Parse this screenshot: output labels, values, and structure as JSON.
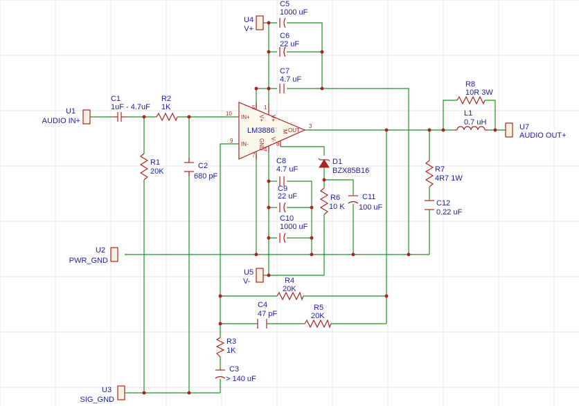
{
  "connectors": {
    "u1": {
      "ref": "U1",
      "name": "AUDIO IN+"
    },
    "u2": {
      "ref": "U2",
      "name": "PWR_GND"
    },
    "u3": {
      "ref": "U3",
      "name": "SIG_GND"
    },
    "u4": {
      "ref": "U4",
      "name": "V+"
    },
    "u5": {
      "ref": "U5",
      "name": "V-"
    },
    "u7": {
      "ref": "U7",
      "name": "AUDIO OUT+"
    }
  },
  "opamp": {
    "name": "LM3886",
    "pin_in_plus": "IN+",
    "pin_in_minus": "IN-",
    "pin_vplus": "V+",
    "pin_vminus": "V-",
    "pin_gnd": "GND",
    "pin_out": "OUT",
    "pin_m": "M",
    "pin_numbers": {
      "p10": "10",
      "p9": "9",
      "p5": "5",
      "p1": "1",
      "p4": "4",
      "p7": "7",
      "p8": "8",
      "p3": "3"
    }
  },
  "components": {
    "c1": {
      "ref": "C1",
      "value": "1uF - 4.7uF"
    },
    "r2": {
      "ref": "R2",
      "value": "1K"
    },
    "r1": {
      "ref": "R1",
      "value": "20K"
    },
    "c2": {
      "ref": "C2",
      "value": "680 pF"
    },
    "c5": {
      "ref": "C5",
      "value": "1000 uF"
    },
    "c6": {
      "ref": "C6",
      "value": "22 uF"
    },
    "c7": {
      "ref": "C7",
      "value": "4.7 uF"
    },
    "c8": {
      "ref": "C8",
      "value": "4.7 uF"
    },
    "c9": {
      "ref": "C9",
      "value": "22 uF"
    },
    "c10": {
      "ref": "C10",
      "value": "1000 uF"
    },
    "d1": {
      "ref": "D1",
      "value": "BZX85B16"
    },
    "r6": {
      "ref": "R6",
      "value": "10 K"
    },
    "c11": {
      "ref": "C11",
      "value": "100 uF"
    },
    "r8": {
      "ref": "R8",
      "value": "10R 3W"
    },
    "l1": {
      "ref": "L1",
      "value": "0.7 uH"
    },
    "r7": {
      "ref": "R7",
      "value": "4R7 1W"
    },
    "c12": {
      "ref": "C12",
      "value": "0.22 uF"
    },
    "r4": {
      "ref": "R4",
      "value": "20K"
    },
    "c4": {
      "ref": "C4",
      "value": "47 pF"
    },
    "r5": {
      "ref": "R5",
      "value": "20K"
    },
    "r3": {
      "ref": "R3",
      "value": "1K"
    },
    "c3": {
      "ref": "C3",
      "value": "> 140 uF"
    }
  }
}
